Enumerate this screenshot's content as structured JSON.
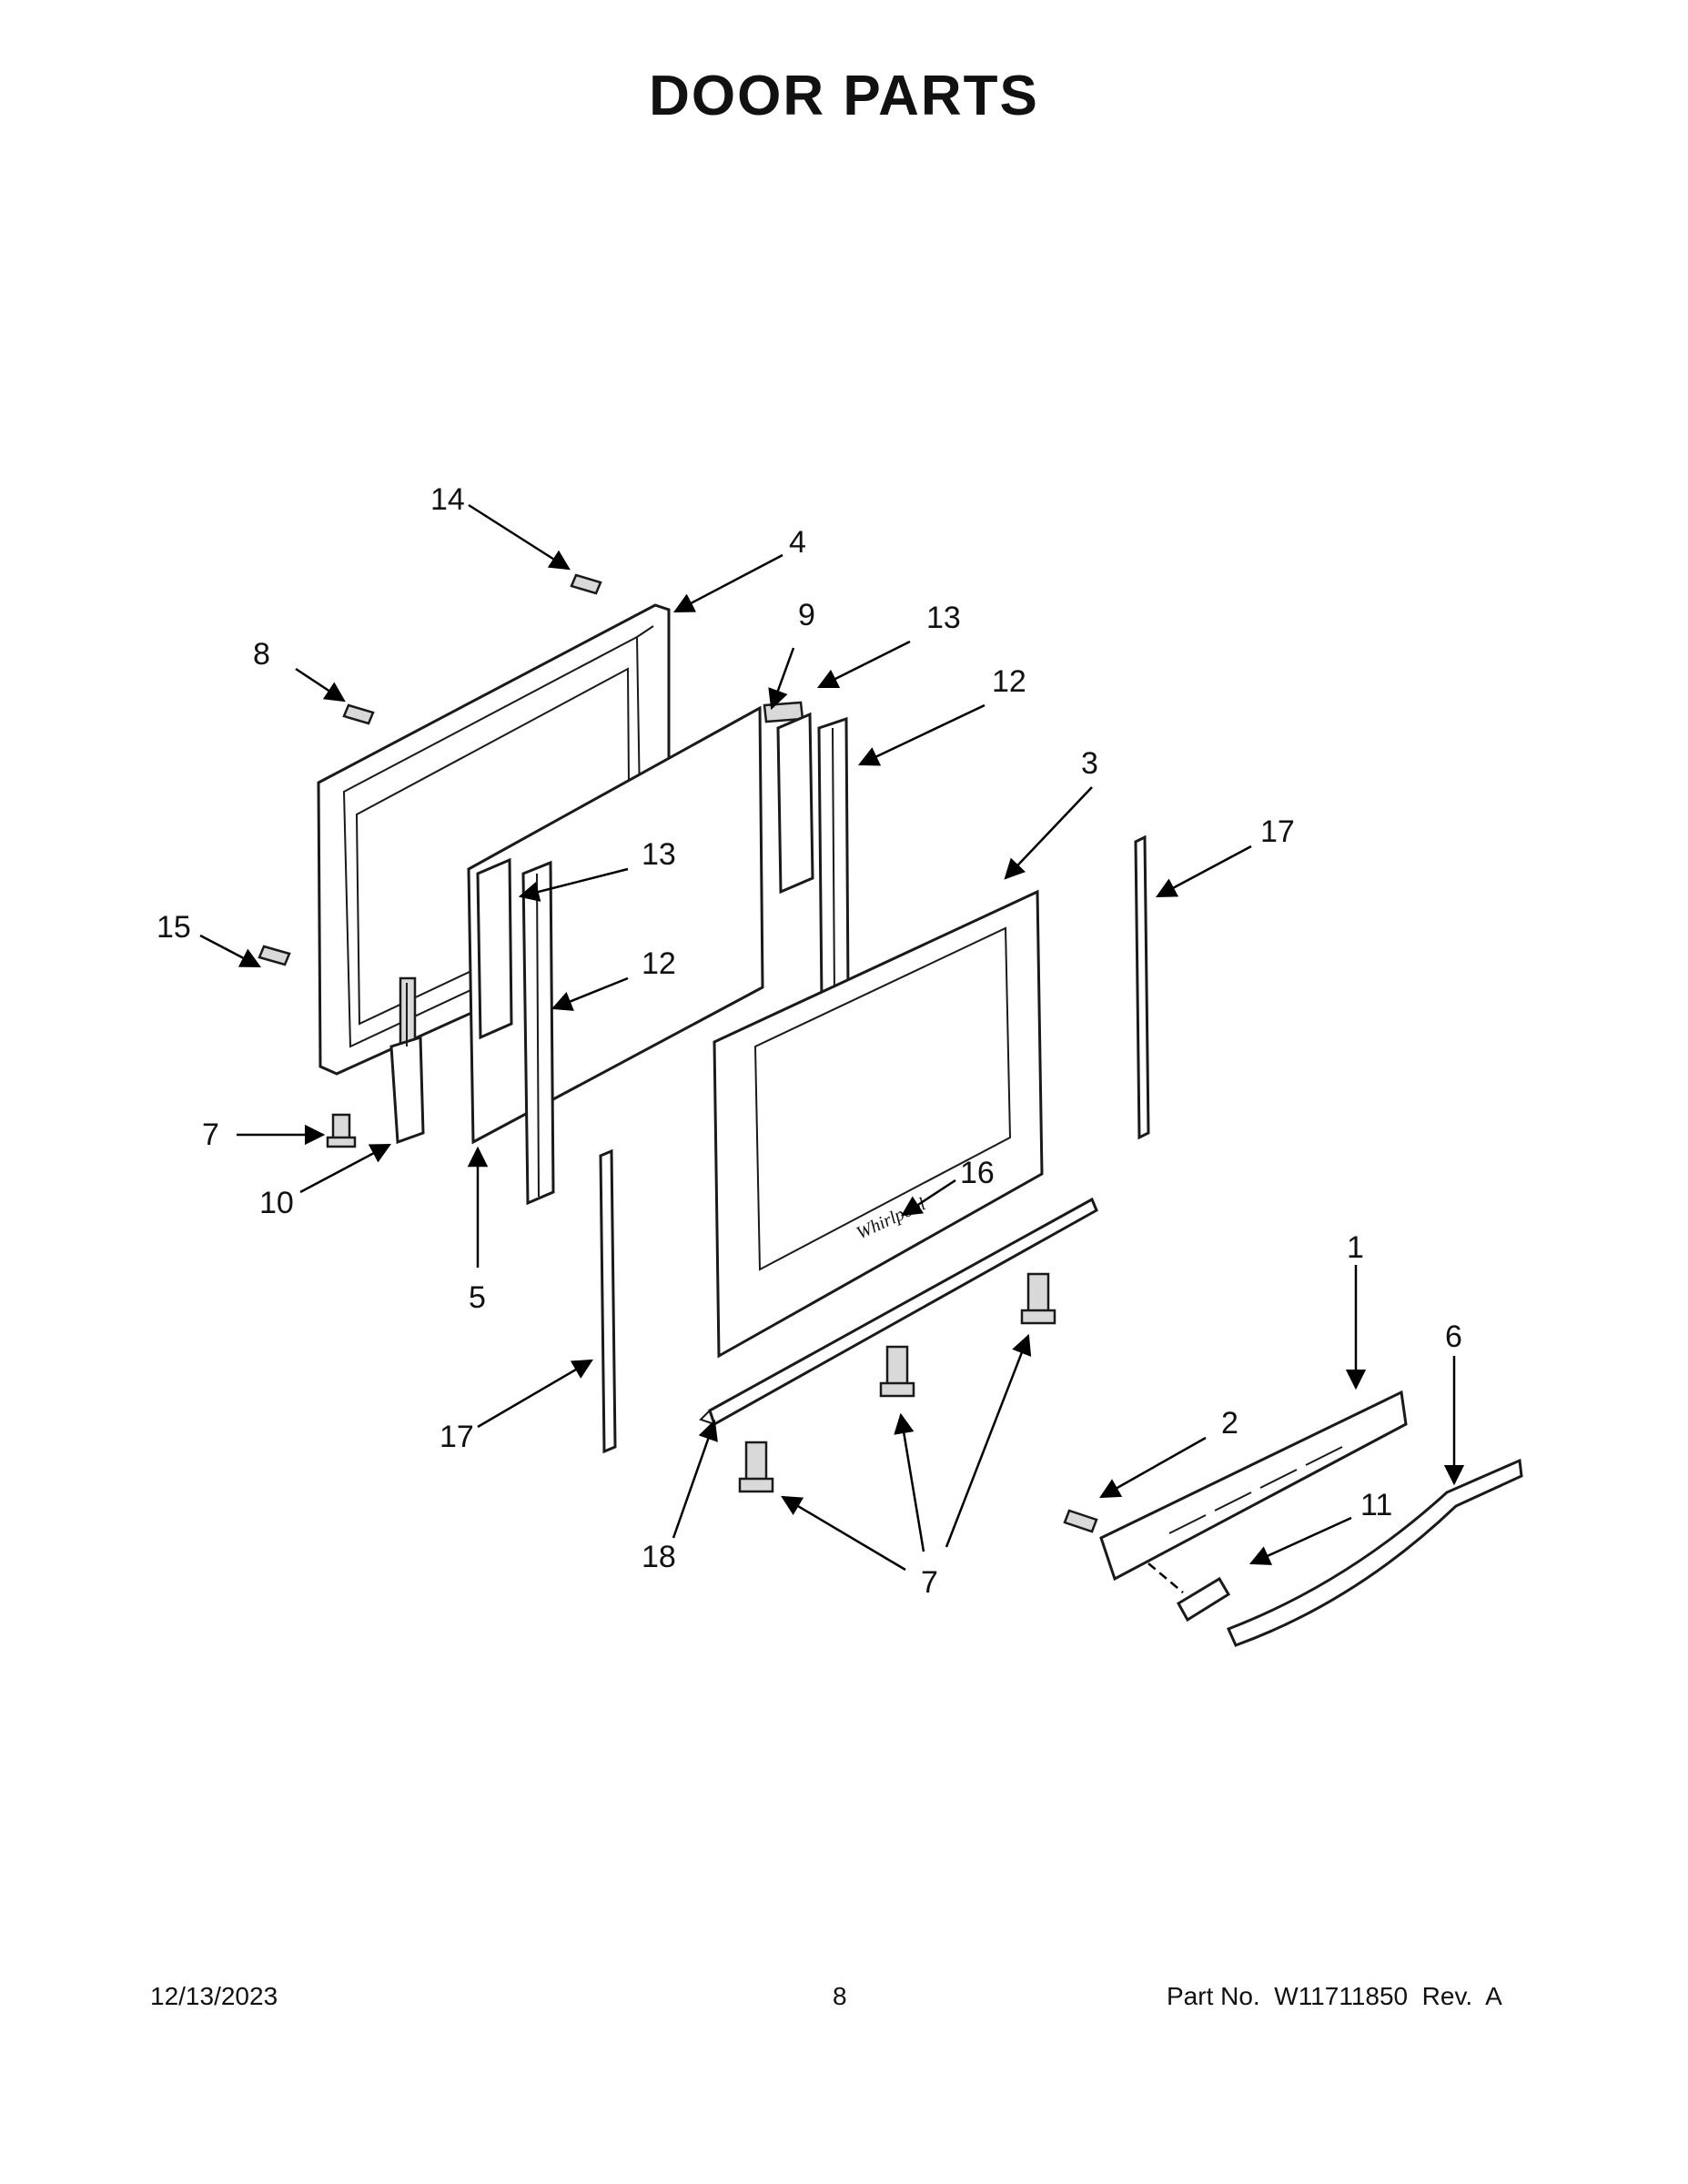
{
  "title": "DOOR PARTS",
  "callouts": {
    "c1": "1",
    "c2": "2",
    "c3": "3",
    "c4": "4",
    "c5": "5",
    "c6": "6",
    "c7a": "7",
    "c7b": "7",
    "c8": "8",
    "c9": "9",
    "c10": "10",
    "c11": "11",
    "c12a": "12",
    "c12b": "12",
    "c13a": "13",
    "c13b": "13",
    "c14": "14",
    "c15": "15",
    "c16": "16",
    "c17a": "17",
    "c17b": "17",
    "c18": "18"
  },
  "footer": {
    "date": "12/13/2023",
    "page": "8",
    "part_number": "Part No.  W11711850  Rev.  A"
  }
}
